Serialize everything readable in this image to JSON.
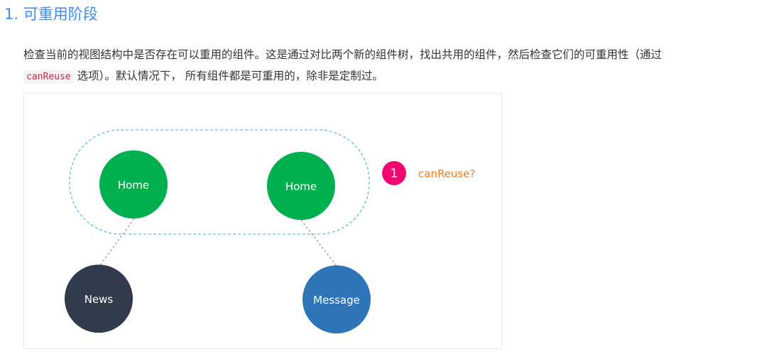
{
  "heading": "1. 可重用阶段",
  "paragraph": {
    "before": "检查当前的视图结构中是否存在可以重用的组件。这是通过对比两个新的组件树，找出共用的组件，然后检查它们的可重用性（通过",
    "code": "canReuse",
    "after": "选项）。默认情况下， 所有组件都是可重用的，除非是定制过。"
  },
  "diagram": {
    "nodes": [
      {
        "label": "Home",
        "color": "#00b04f"
      },
      {
        "label": "Home",
        "color": "#00b04f"
      },
      {
        "label": "News",
        "color": "#323b4c"
      },
      {
        "label": "Message",
        "color": "#2f74b6"
      }
    ],
    "step_badge": "1",
    "badge_color": "#f0076f",
    "question": "canReuse?",
    "question_color": "#f47a20",
    "group_border_color": "#5bc0e0"
  }
}
